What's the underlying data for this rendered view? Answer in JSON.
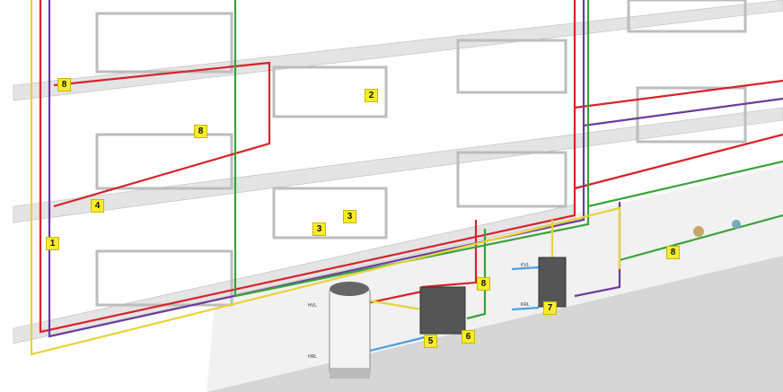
{
  "colors": {
    "heating_supply": "#d8232a",
    "heating_return": "#6a3d9a",
    "cold_water": "#3aa33a",
    "hot_water": "#e6d33a",
    "cooling": "#4a9fe0",
    "floor": "#d9d9d9",
    "slab": "#e6e6e6",
    "label_bg": "#f7ec2a"
  },
  "labels": [
    {
      "id": "8a",
      "text": "8"
    },
    {
      "id": "2",
      "text": "2"
    },
    {
      "id": "8b",
      "text": "8"
    },
    {
      "id": "4",
      "text": "4"
    },
    {
      "id": "1",
      "text": "1"
    },
    {
      "id": "3a",
      "text": "3"
    },
    {
      "id": "3b",
      "text": "3"
    },
    {
      "id": "8c",
      "text": "8"
    },
    {
      "id": "8d",
      "text": "8"
    },
    {
      "id": "5",
      "text": "5"
    },
    {
      "id": "6",
      "text": "6"
    },
    {
      "id": "7",
      "text": "7"
    }
  ],
  "pipe_labels": {
    "tank_top": "HVL",
    "tank_bottom": "HRL",
    "hx_top": "KVL",
    "hx_bottom": "KRL"
  }
}
